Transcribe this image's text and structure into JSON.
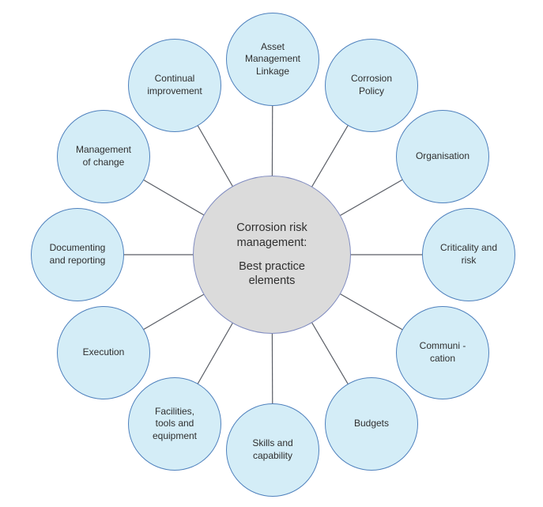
{
  "diagram": {
    "center": {
      "title": "Corrosion risk\nmanagement:",
      "subtitle": "Best practice\nelements"
    },
    "nodes": [
      {
        "label": "Asset\nManagement\nLinkage"
      },
      {
        "label": "Corrosion\nPolicy"
      },
      {
        "label": "Organisation"
      },
      {
        "label": "Criticality and\nrisk"
      },
      {
        "label": "Communi -\ncation"
      },
      {
        "label": "Budgets"
      },
      {
        "label": "Skills and\ncapability"
      },
      {
        "label": "Facilities,\ntools and\nequipment"
      },
      {
        "label": "Execution"
      },
      {
        "label": "Documenting\nand reporting"
      },
      {
        "label": "Management\nof change"
      },
      {
        "label": "Continual\nimprovement"
      }
    ],
    "colors": {
      "background": "#ffffff",
      "node_fill": "#d4edf7",
      "node_border": "#4f81bd",
      "center_fill": "#dbdbdb",
      "center_border": "#7f8bc0",
      "connector": "#5a5e66",
      "text": "#2f2f2f"
    }
  }
}
